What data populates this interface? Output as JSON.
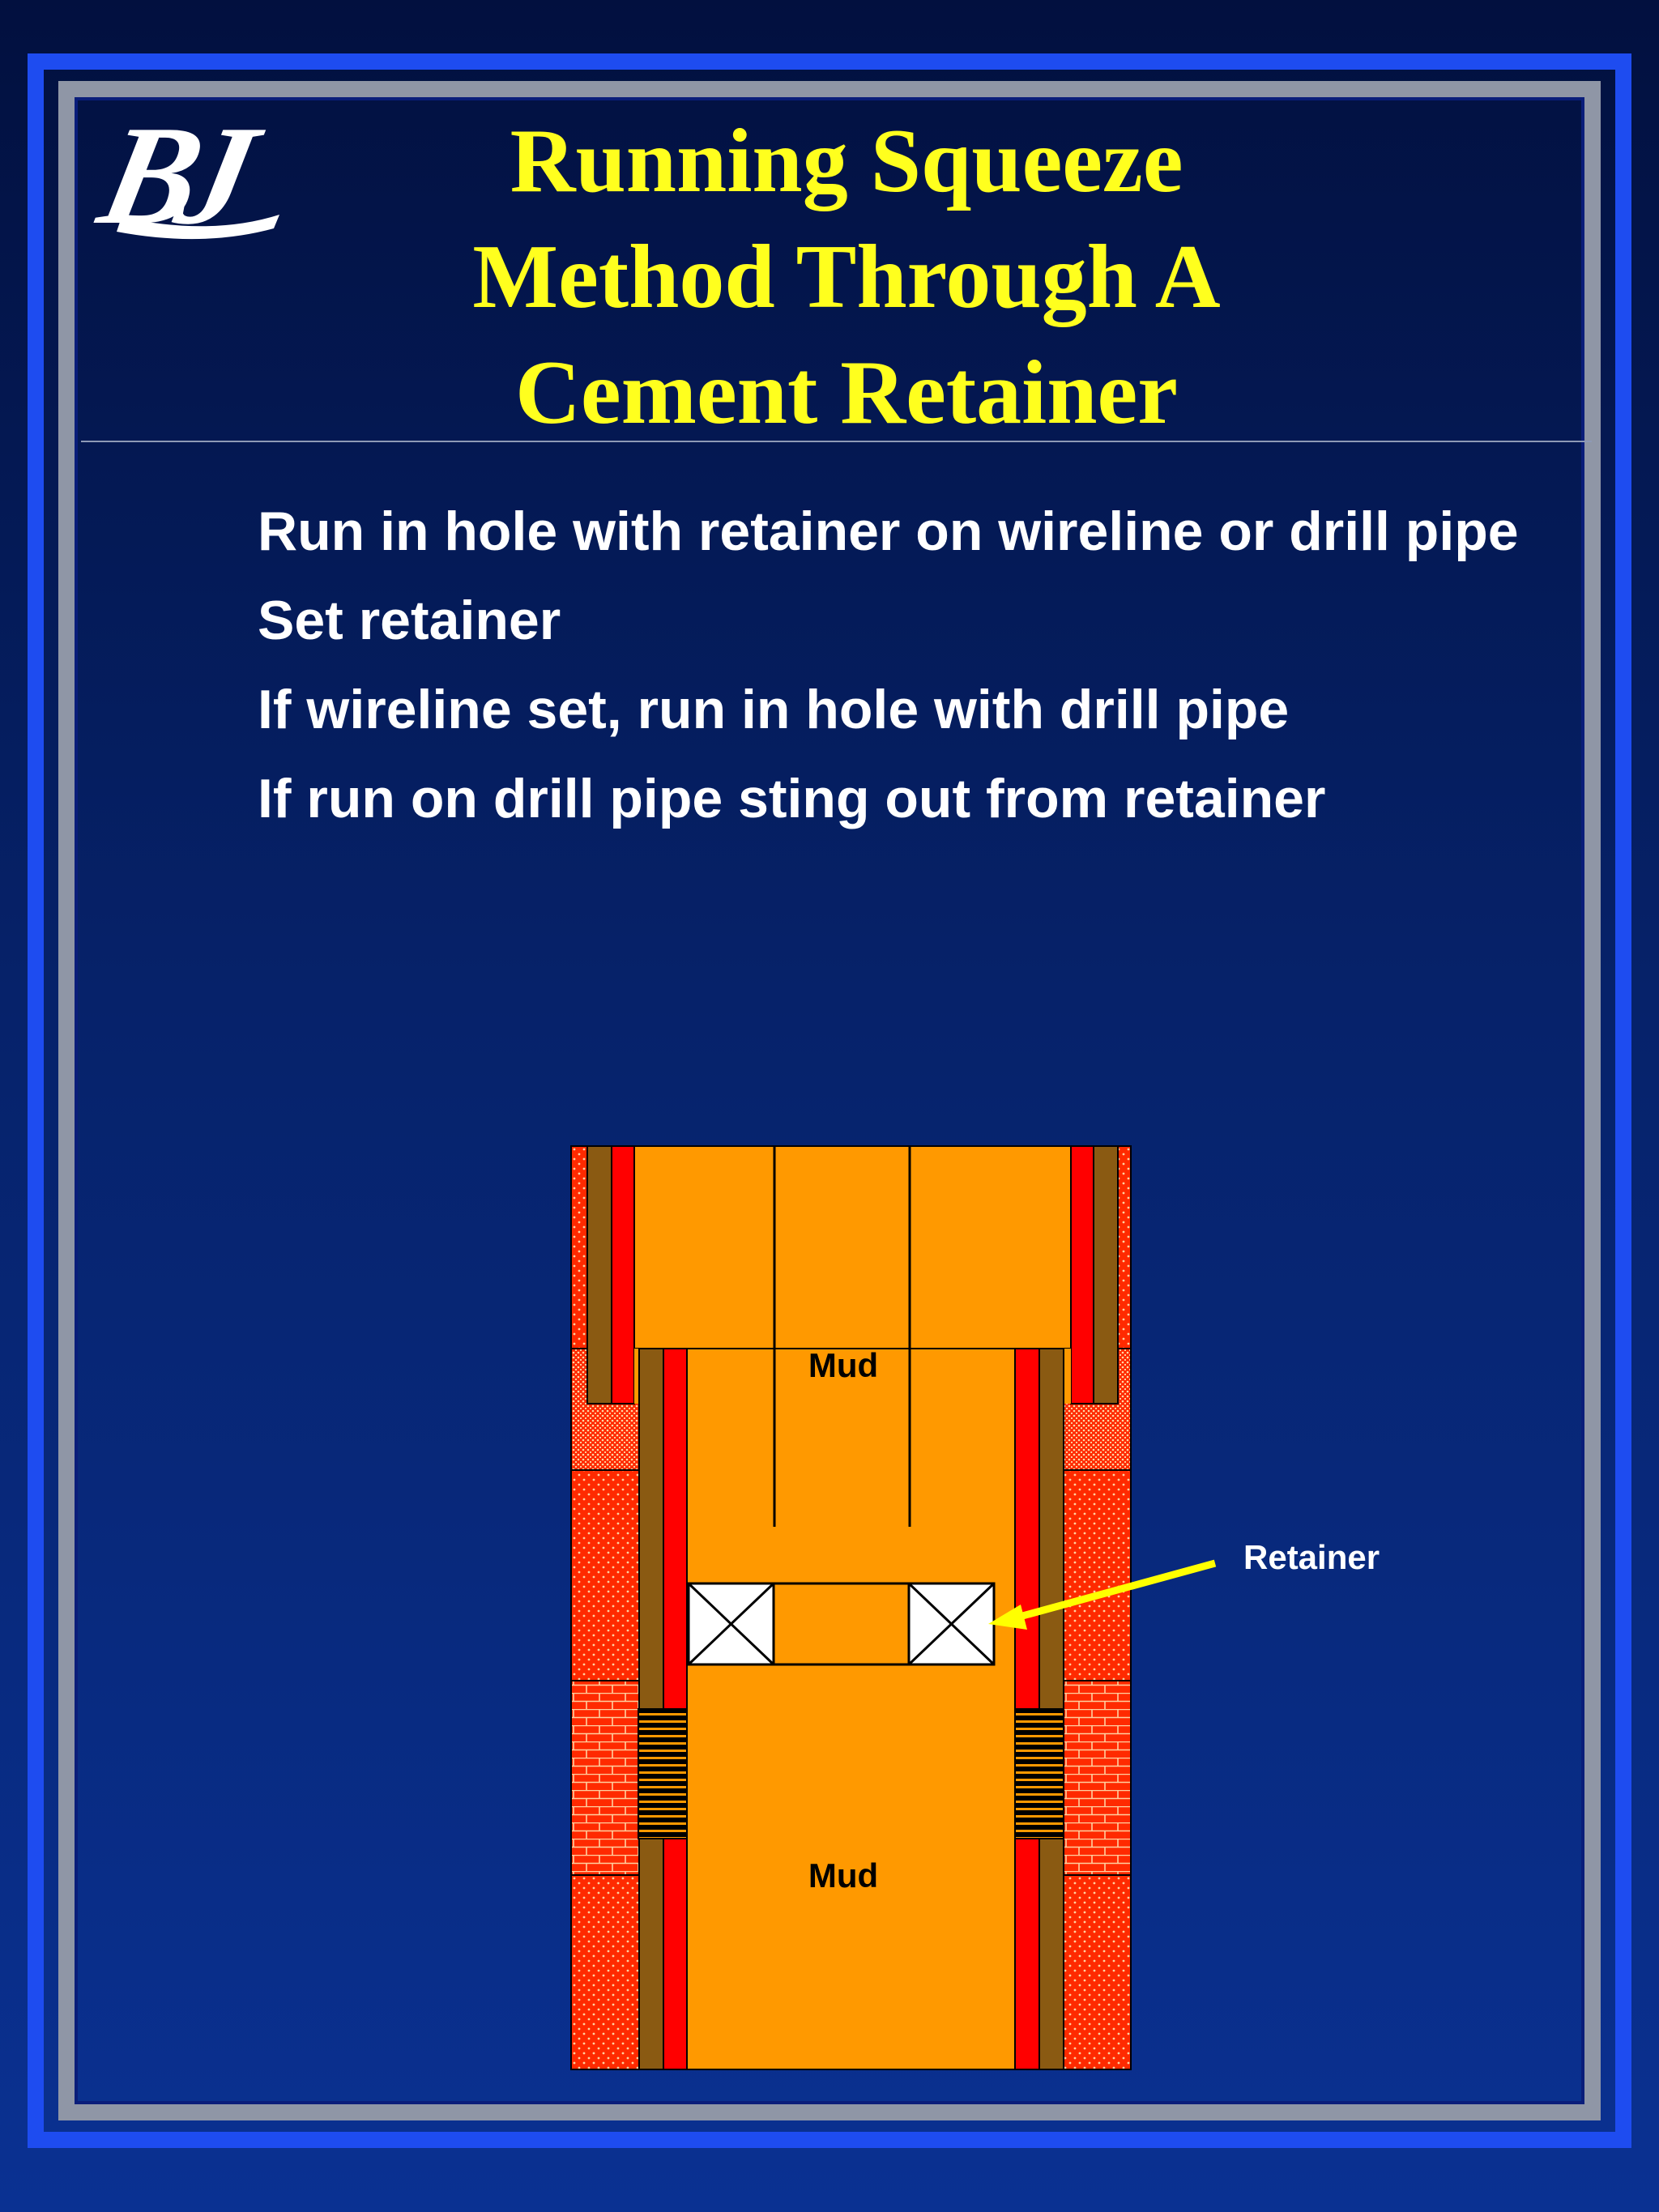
{
  "slide": {
    "logo_text": "BJ",
    "title_lines": [
      "Running Squeeze",
      "Method Through A",
      "Cement Retainer"
    ],
    "bullets": [
      "Run in hole with retainer on wireline or drill pipe",
      "Set retainer",
      "If wireline set, run in hole with drill pipe",
      "If run on drill pipe sting out from retainer"
    ]
  },
  "diagram": {
    "labels": {
      "mud_upper": "Mud",
      "mud_lower": "Mud",
      "retainer": "Retainer"
    }
  },
  "colors": {
    "title": "#ffff1e",
    "text": "#ffffff",
    "mud": "#ff9900",
    "formation": "#ff2a00",
    "casing": "#8a5a12",
    "arrow": "#ffff00",
    "frame_blue": "#1e4cf0",
    "frame_grey": "#8f96a6"
  }
}
